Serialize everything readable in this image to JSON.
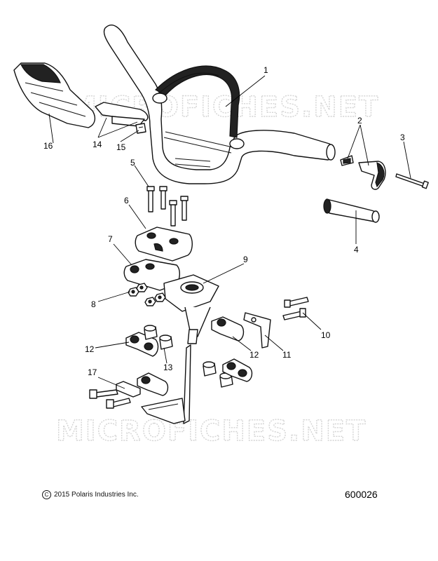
{
  "watermark": {
    "text": "MICROFICHES.NET"
  },
  "callouts": [
    {
      "id": "c1",
      "label": "1"
    },
    {
      "id": "c2",
      "label": "2"
    },
    {
      "id": "c3",
      "label": "3"
    },
    {
      "id": "c4",
      "label": "4"
    },
    {
      "id": "c5",
      "label": "5"
    },
    {
      "id": "c6",
      "label": "6"
    },
    {
      "id": "c7",
      "label": "7"
    },
    {
      "id": "c8",
      "label": "8"
    },
    {
      "id": "c9",
      "label": "9"
    },
    {
      "id": "c10",
      "label": "10"
    },
    {
      "id": "c11",
      "label": "11"
    },
    {
      "id": "c12a",
      "label": "12"
    },
    {
      "id": "c12b",
      "label": "12"
    },
    {
      "id": "c13",
      "label": "13"
    },
    {
      "id": "c14",
      "label": "14"
    },
    {
      "id": "c15",
      "label": "15"
    },
    {
      "id": "c16",
      "label": "16"
    },
    {
      "id": "c17",
      "label": "17"
    }
  ],
  "footer": {
    "copyright_symbol": "C",
    "copyright_text": "2015 Polaris Industries Inc.",
    "diagram_number": "600026"
  }
}
